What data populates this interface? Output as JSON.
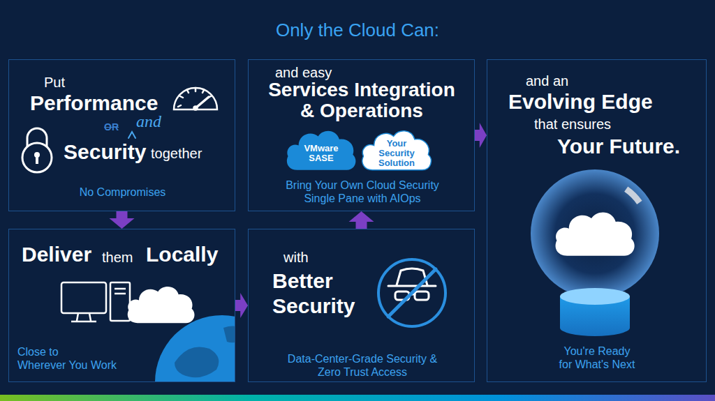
{
  "diagram": {
    "title": "Only the Cloud Can:",
    "nodes": [
      {
        "text": [
          "Put",
          "Performance",
          "OR",
          "and",
          "Security",
          "together",
          "No Compromises"
        ]
      },
      {
        "text": [
          "and easy",
          "Services Integration & Operations",
          "Bring Your Own Cloud Security Single Pane with AIOps"
        ]
      },
      {
        "text": [
          "VMware SASE"
        ],
        "in": 1
      },
      {
        "text": [
          "Your Security Solution"
        ],
        "in": 1
      },
      {
        "text": [
          "and an",
          "Evolving Edge",
          "that ensures",
          "Your Future.",
          "You're Ready for What's Next"
        ]
      },
      {
        "text": [
          "Deliver",
          "them",
          "Locally",
          "Close to Wherever You Work"
        ]
      },
      {
        "text": [
          "with",
          "Better Security",
          "Data-Center-Grade Security & Zero Trust Access"
        ]
      }
    ],
    "edges": [
      {
        "from": 0,
        "to": 5,
        "arrow": "to"
      },
      {
        "from": 5,
        "to": 6,
        "arrow": "to"
      },
      {
        "from": 6,
        "to": 1,
        "arrow": "to"
      },
      {
        "from": 1,
        "to": 4,
        "arrow": "to"
      }
    ]
  }
}
